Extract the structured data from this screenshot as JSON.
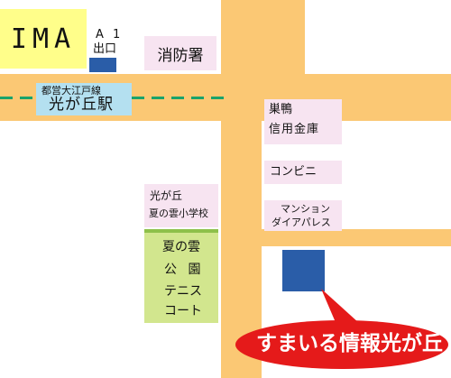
{
  "labels": {
    "ima": "IMA",
    "exit_a1_line1": "A 1",
    "exit_a1_line2": "出口",
    "fire_station": "消防署",
    "toei_oedo_line": "都営大江戸線",
    "hikarigaoka_station": "光が丘駅",
    "sugamo_line1": "巣鴨",
    "sugamo_line2": "信用金庫",
    "convenience_store": "コンビニ",
    "mansion_line1": "マンション",
    "mansion_line2": "ダイアパレス",
    "school_line1": "光が丘",
    "school_line2": "夏の雲小学校",
    "park_line1": "夏の雲",
    "park_line2": "公 園",
    "park_line3": "テニス",
    "park_line4": "コート",
    "destination": "すまいる情報光が丘"
  },
  "colors": {
    "road": "#fbc874",
    "rail_dash": "#1aa36b",
    "ima_box": "#fffe8a",
    "pink_label": "#f7e4f1",
    "station_box": "#b4e0f0",
    "park": "#d2e68e",
    "park_border": "#8ec04a",
    "exit_marker": "#2a5da8",
    "target_building": "#2a5da8",
    "callout": "#e51a1a"
  },
  "icons": {
    "exit_marker": "blue-rectangle-marker",
    "target_building": "blue-building-block",
    "callout": "red-speech-bubble"
  }
}
